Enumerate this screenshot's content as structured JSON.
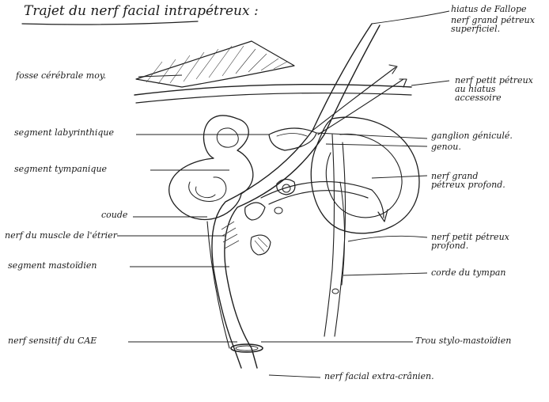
{
  "title": "Trajet du nerf facial intrapétreux :",
  "labels": {
    "hiatus_fallope": "hiatus de Fallope",
    "grand_petreux_superficiel": "nerf grand pétreux superficiel.",
    "fosse_cerebrale": "fosse cérébrale moy.",
    "petit_petreux_hiatus": "nerf petit pétreux au hiatus accessoire",
    "segment_labyrinthique": "segment labyrinthique",
    "ganglion_genicule": "ganglion géniculé.",
    "genou": "genou.",
    "segment_tympanique": "segment tympanique",
    "grand_petreux_profond": "nerf grand pétreux profond.",
    "coude": "coude",
    "muscle_etrier": "nerf du muscle de l'étrier",
    "petit_petreux_profond": "nerf petit pétreux profond.",
    "segment_mastoidien": "segment mastoïdien",
    "corde_tympan": "corde du tympan",
    "sensitif_cae": "nerf sensitif du CAE",
    "trou_stylo": "Trou stylo-mastoïdien",
    "facial_extra": "nerf facial extra-crânien."
  },
  "colors": {
    "ink": "#1f1f1f",
    "paper": "#ffffff"
  }
}
